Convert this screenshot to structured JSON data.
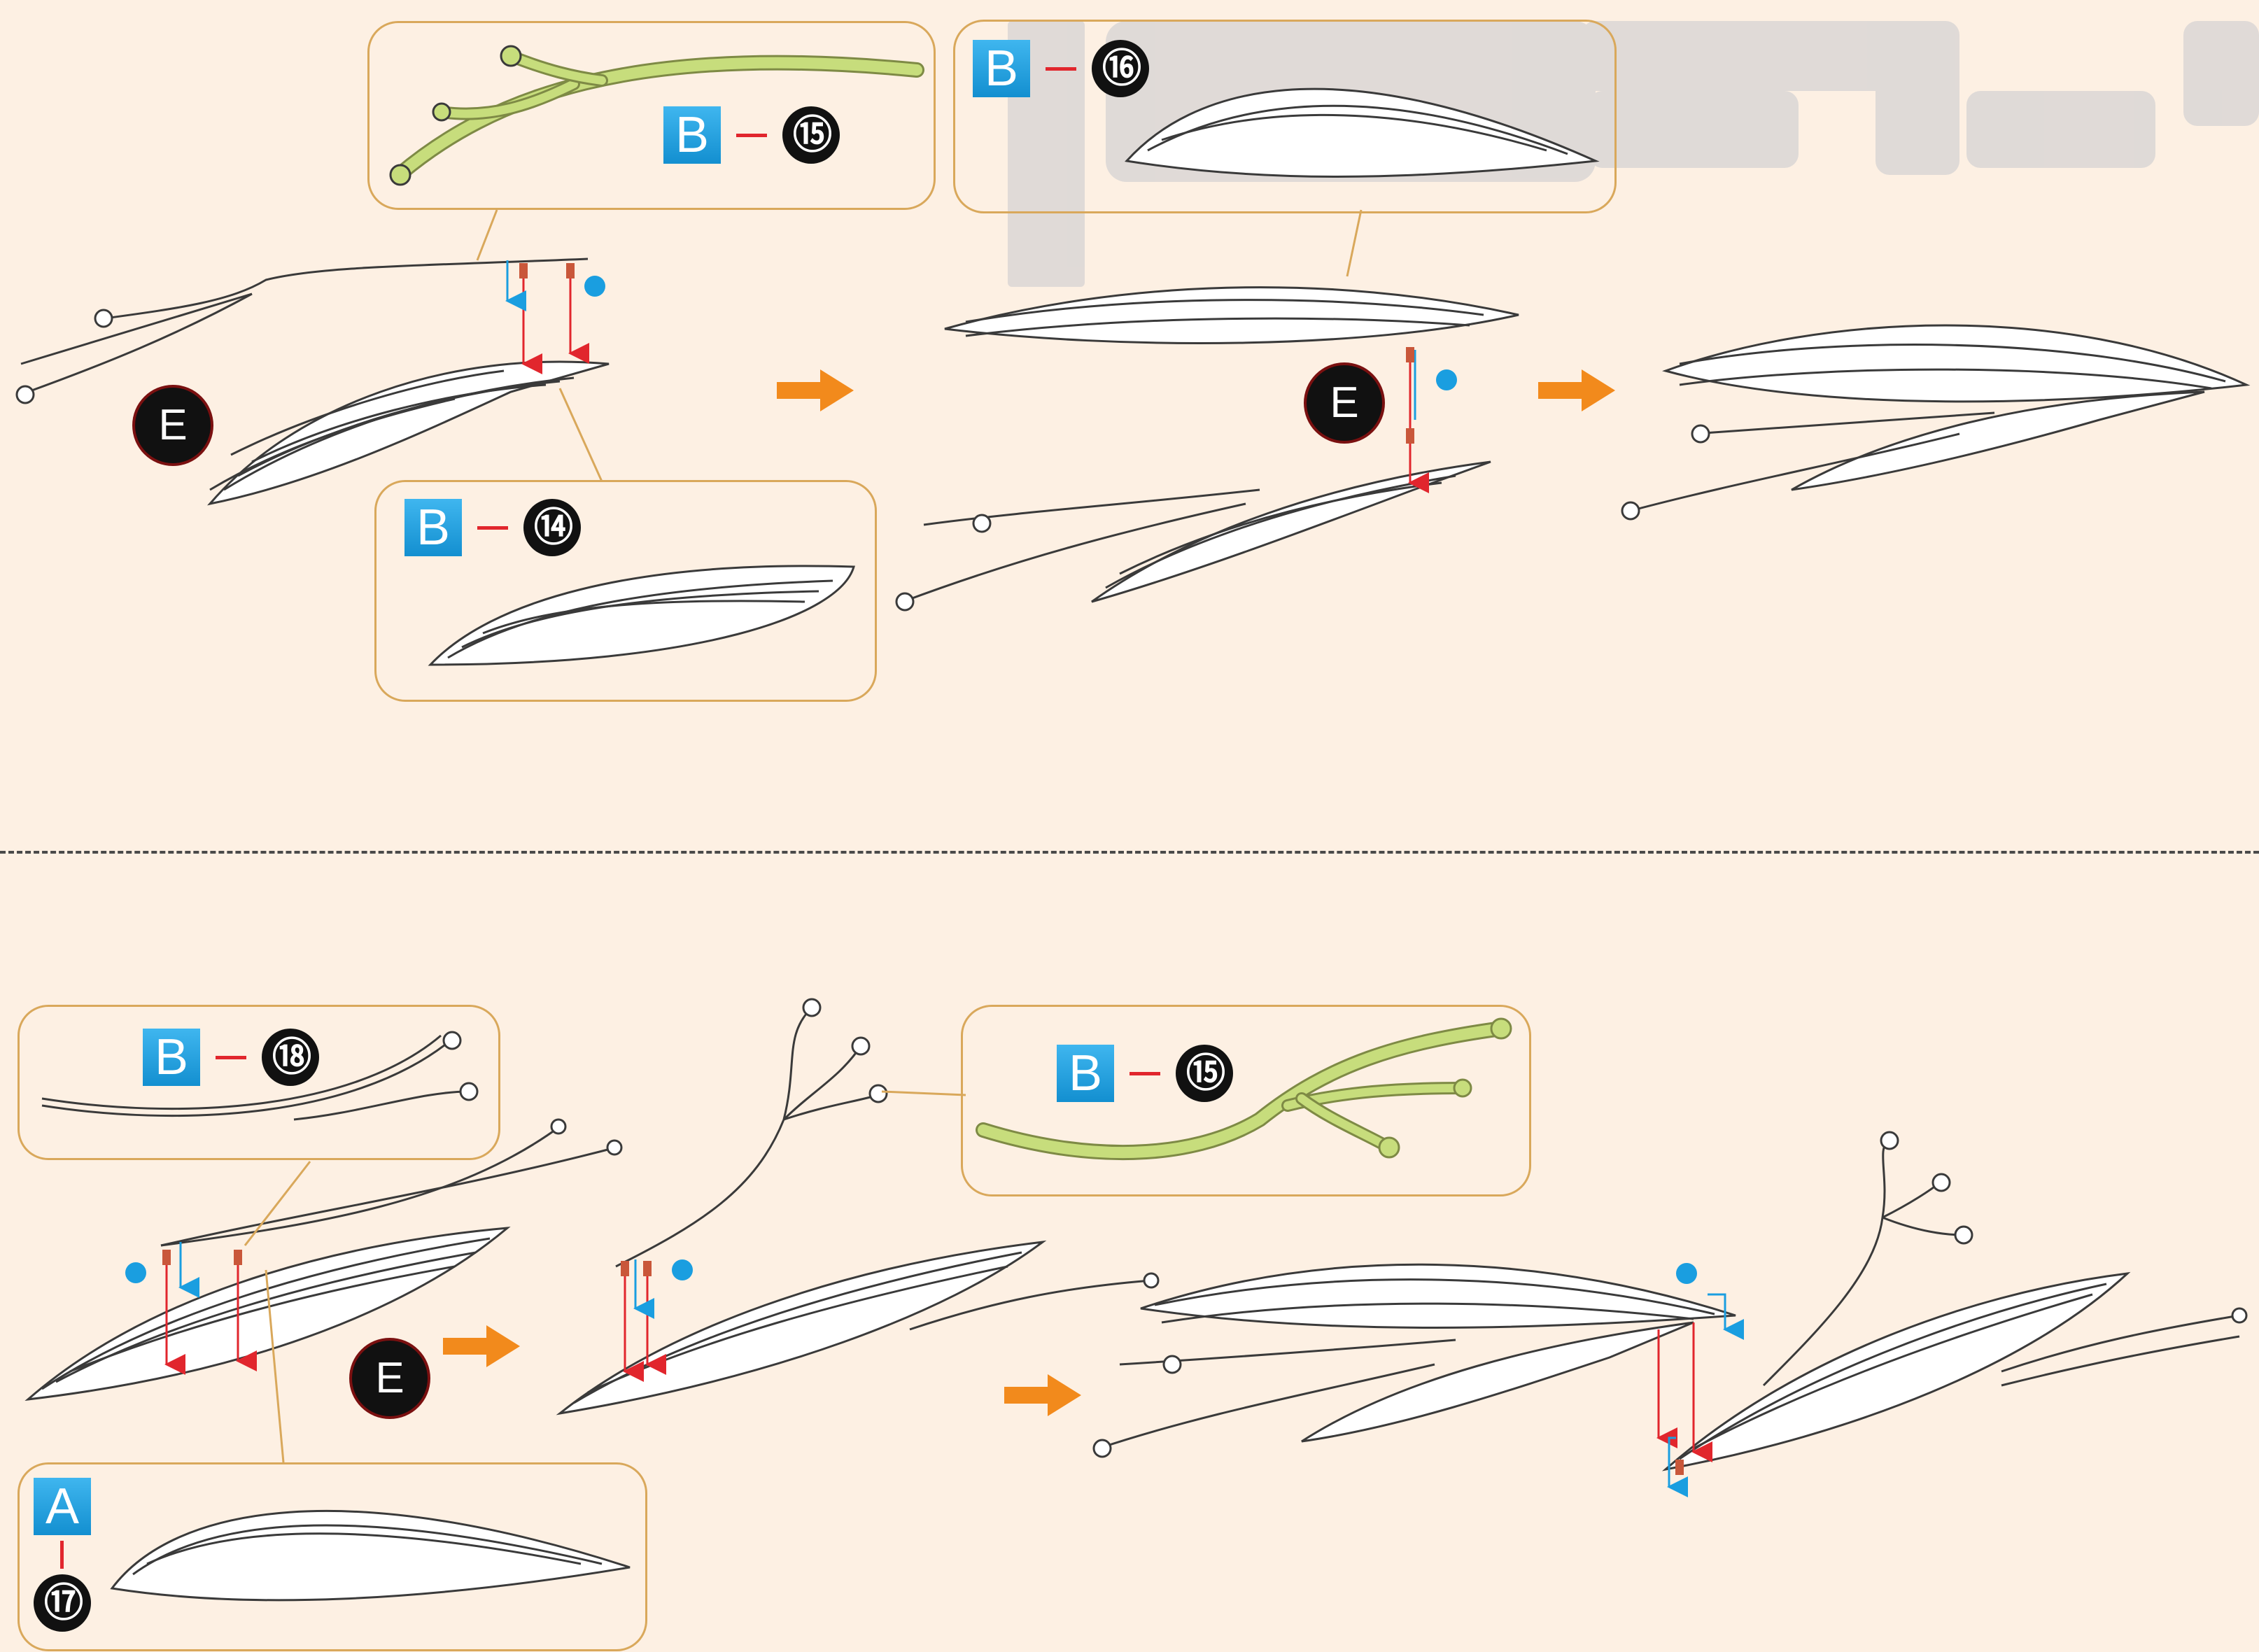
{
  "colors": {
    "background": "#fdf0e3",
    "callout_border": "#d9a85b",
    "part_badge_blue": "#1a9ee0",
    "highlight_green": "#c7dd7c",
    "arrow_orange": "#f28a1c",
    "guide_red": "#e1262d",
    "guide_blue": "#1a9ee0"
  },
  "top_row": {
    "callout_b15": {
      "sheet": "B",
      "part": "⑮"
    },
    "callout_b14": {
      "sheet": "B",
      "part": "⑭"
    },
    "callout_b16": {
      "sheet": "B",
      "part": "⑯"
    },
    "e_badge_1": "E",
    "e_badge_2": "E"
  },
  "bottom_row": {
    "callout_b18": {
      "sheet": "B",
      "part": "⑱"
    },
    "callout_a17": {
      "sheet": "A",
      "part": "⑰"
    },
    "callout_b15": {
      "sheet": "B",
      "part": "⑮"
    },
    "e_badge_1": "E"
  },
  "icons": {
    "step_arrow": "step-arrow-icon",
    "glue_dot": "glue-dot-icon",
    "insert_arrow": "insert-arrow-icon"
  }
}
